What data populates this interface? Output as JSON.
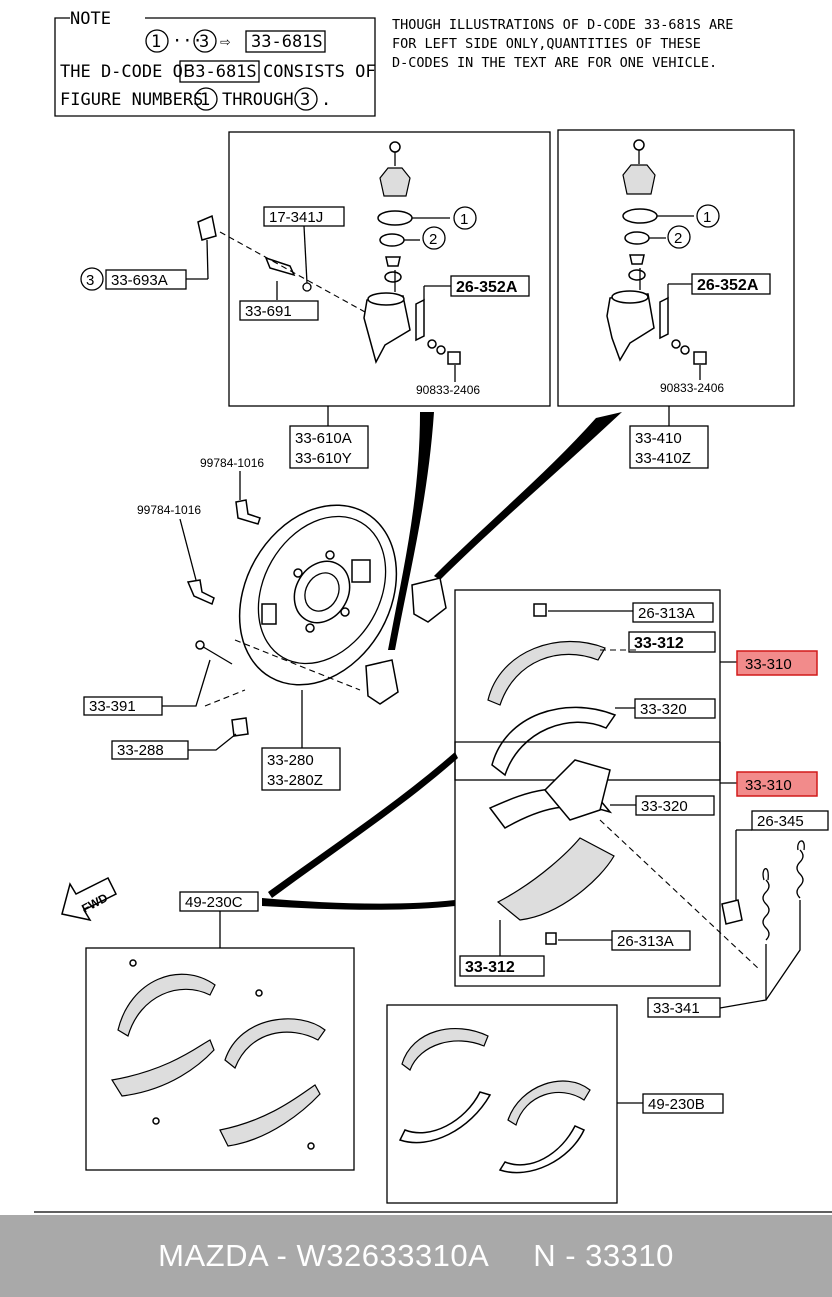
{
  "note": {
    "title": "NOTE",
    "seq_start": "1",
    "seq_dots": "···",
    "seq_end": "3",
    "seq_arrow": "⇨",
    "seq_code": "33-681S",
    "line1_pre": "THE D-CODE OF",
    "line1_code": "33-681S",
    "line1_post": "CONSISTS OF",
    "line2_pre": "FIGURE NUMBERS",
    "line2_num1": "1",
    "line2_mid": "THROUGH",
    "line2_num3": "3",
    "line2_end": "."
  },
  "right_note": {
    "line1": "THOUGH ILLUSTRATIONS OF D-CODE 33-681S ARE",
    "line2": "FOR LEFT SIDE ONLY,QUANTITIES OF THESE",
    "line3": "D-CODES IN THE TEXT ARE FOR ONE VEHICLE."
  },
  "labels": {
    "p17_341J": "17-341J",
    "p33_693A_num": "3",
    "p33_693A": "33-693A",
    "p33_691": "33-691",
    "cyl1_mark1": "1",
    "cyl1_mark2": "2",
    "p26_352A_left": "26-352A",
    "p90833_left": "90833-2406",
    "cyl2_mark1": "1",
    "cyl2_mark2": "2",
    "p26_352A_right": "26-352A",
    "p90833_right": "90833-2406",
    "p33_610A": "33-610A",
    "p33_610Y": "33-610Y",
    "p33_410": "33-410",
    "p33_410Z": "33-410Z",
    "p99784_a": "99784-1016",
    "p99784_b": "99784-1016",
    "p33_391": "33-391",
    "p33_288": "33-288",
    "p33_280": "33-280",
    "p33_280Z": "33-280Z",
    "p26_313A_top": "26-313A",
    "p33_312_top": "33-312",
    "p33_320_top": "33-320",
    "p33_310_top": "33-310",
    "p33_310_bottom": "33-310",
    "p26_345": "26-345",
    "p33_320_bottom": "33-320",
    "p26_313A_bottom": "26-313A",
    "p33_312_bottom": "33-312",
    "p33_341": "33-341",
    "fwd": "FWD",
    "p49_230C": "49-230C",
    "p49_230B": "49-230B"
  },
  "colors": {
    "highlight_fill": "#f28b8b",
    "highlight_border": "#d11a1a",
    "footer_bg": "#a9a9a9",
    "footer_text": "#ffffff"
  },
  "footer": {
    "text": "MAZDA - W32633310A     N - 33310"
  }
}
